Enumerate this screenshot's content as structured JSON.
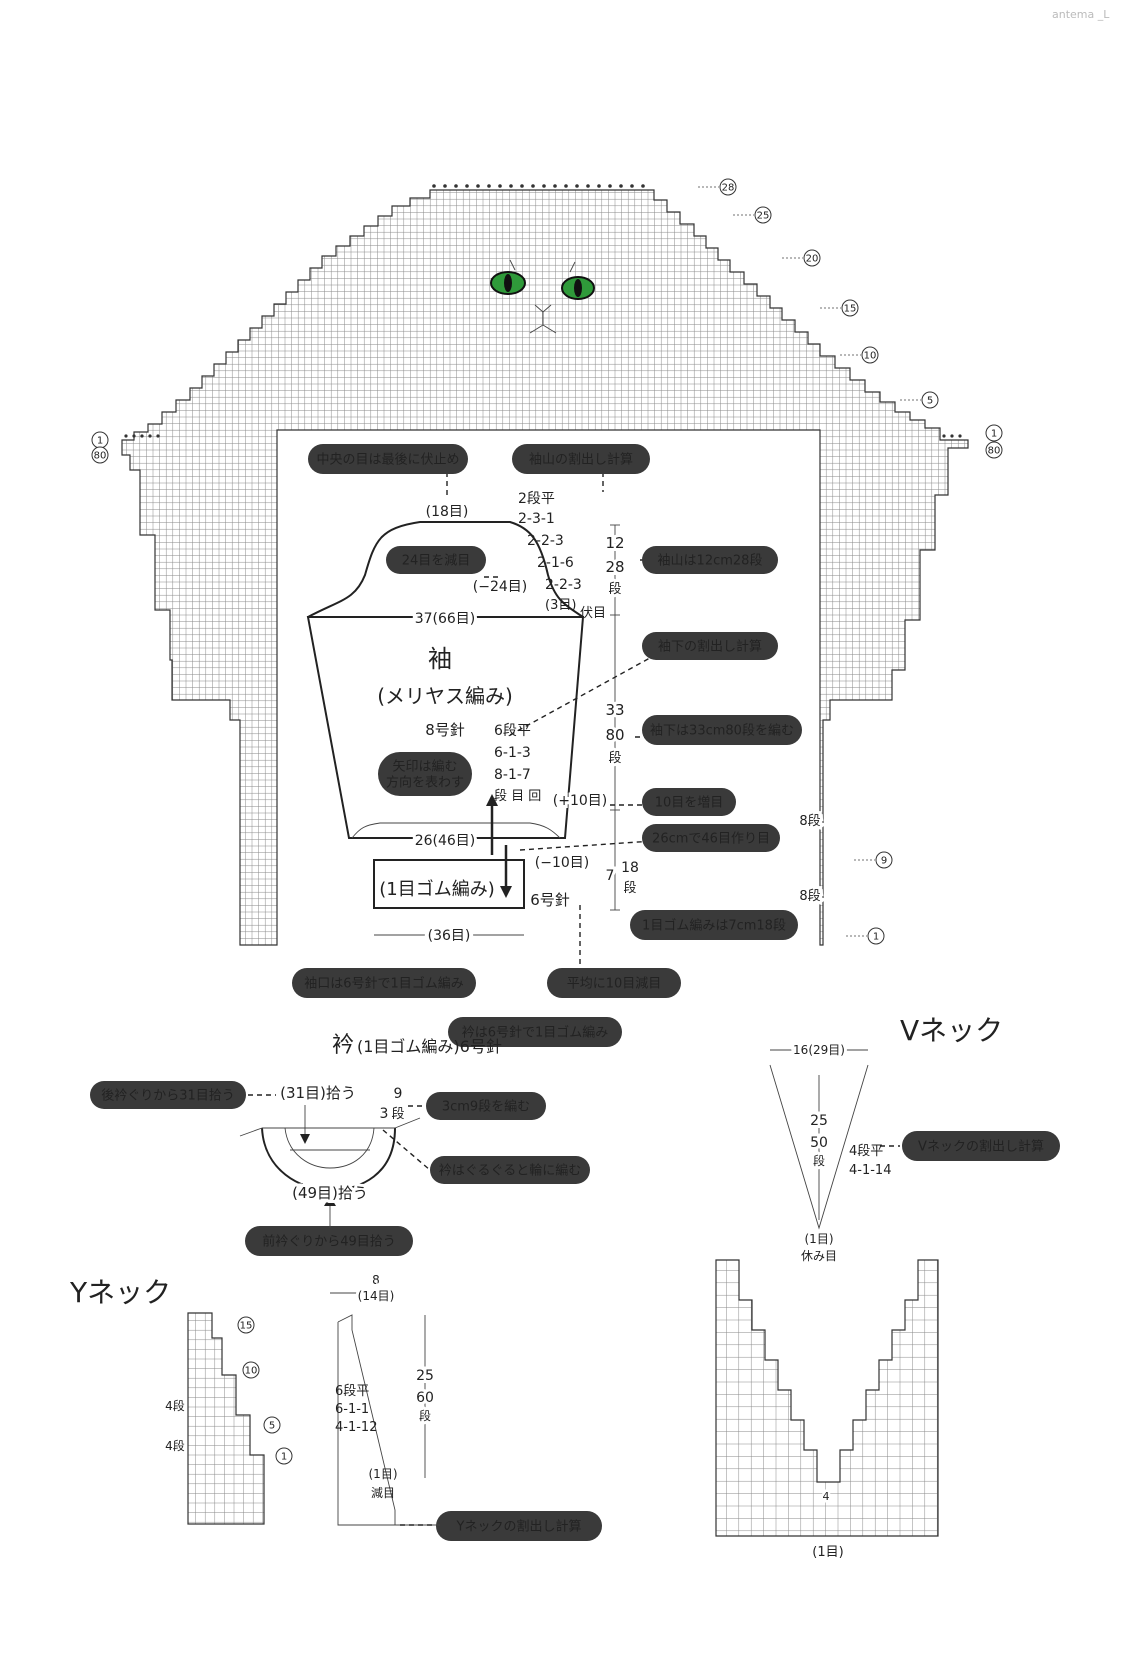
{
  "watermark": "antema _L",
  "sleeve": {
    "title": "袖",
    "subtitle": "(メリヤス編み)",
    "needle": "8号針",
    "top_stitches": "(18目)",
    "decrease_inner": "(−24目)",
    "width_top": "37(66目)",
    "width_bottom": "26(46目)",
    "cuff_label": "(1目ゴム編み)",
    "cuff_needle": "6号針",
    "cuff_stitches": "(36目)",
    "cap_rows_header": "2段平",
    "cap_rows": [
      "2-3-1",
      "2-2-3",
      "2-1-6",
      "2-2-3",
      "(3目)"
    ],
    "cap_bindoff": "伏目",
    "cap_height": [
      "12",
      "28",
      "段"
    ],
    "body_height": [
      "33",
      "80",
      "段"
    ],
    "body_rows": [
      "6段平",
      "6-1-3",
      "8-1-7",
      "段 目 回"
    ],
    "increase_label": "(+10目)",
    "decrease_label": "(−10目)",
    "cuff_height": [
      "7",
      "18",
      "段"
    ],
    "row_marks": [
      "8段",
      "8段"
    ]
  },
  "chart_marks": [
    "28",
    "25",
    "20",
    "15",
    "10",
    "5",
    "1",
    "80",
    "1",
    "80",
    "9",
    "1"
  ],
  "callouts": {
    "center_bindoff": "中央の目は最後に伏止め",
    "cap_calc": "袖山の割出し計算",
    "decrease24": "24目を減目",
    "cap_rows": "袖山は12cm28段",
    "underarm_calc": "袖下の割出し計算",
    "underarm_rows": "袖下は33cm80段を編む",
    "arrow_dir": [
      "矢印は編む",
      "方向を表わす"
    ],
    "inc10": "10目を増目",
    "cast_on": "26cmで46目作り目",
    "rib_rows": "1目ゴム編みは7cm18段",
    "cuff_rib": "袖口は6号針で1目ゴム編み",
    "even_dec": "平均に10目減目"
  },
  "collar": {
    "title": "衿",
    "title_rest": "(1目ゴム編み)6号針",
    "callout_title": "衿は6号針で1目ゴム編み",
    "back_pick": "後衿ぐりから31目拾う",
    "back_count": "(31目)拾う",
    "height": [
      "3",
      "9",
      "段"
    ],
    "rows_callout": "3cm9段を編む",
    "round_callout": "衿はぐるぐると輪に編む",
    "front_count": "(49目)拾う",
    "front_pick": "前衿ぐりから49目拾う"
  },
  "vneck": {
    "title": "Vネック",
    "width": "16(29目)",
    "height": [
      "25",
      "50",
      "段"
    ],
    "rows": [
      "4段平",
      "4-1-14"
    ],
    "bottom": [
      "(1目)",
      "休み目"
    ],
    "callout": "Vネックの割出し計算",
    "chart_mark": "4",
    "chart_bottom": "(1目)"
  },
  "yneck": {
    "title": "Yネック",
    "width": [
      "8",
      "(14目)"
    ],
    "height": [
      "25",
      "60",
      "段"
    ],
    "rows": [
      "6段平",
      "6-1-1",
      "4-1-12"
    ],
    "bottom": [
      "(1目)",
      "減目"
    ],
    "callout": "Yネックの割出し計算",
    "chart_marks": [
      "15",
      "10",
      "5",
      "1"
    ],
    "row_marks": [
      "4段",
      "4段"
    ]
  }
}
